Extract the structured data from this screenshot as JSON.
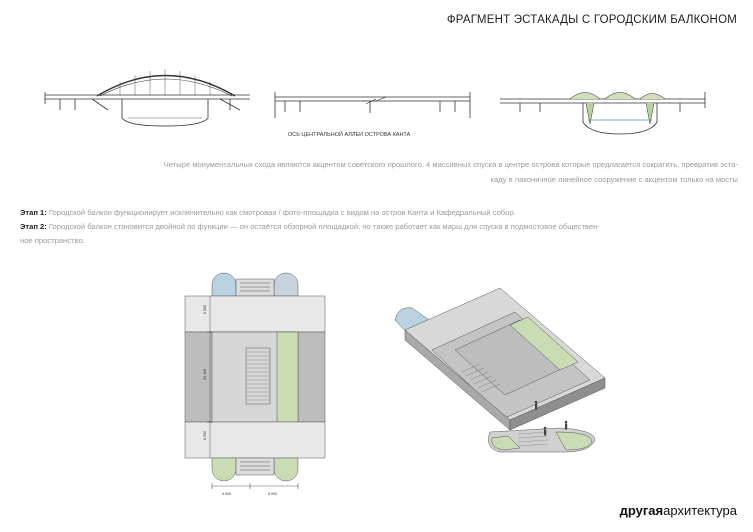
{
  "header": {
    "title": "ФРАГМЕНТ ЭСТАКАДЫ С ГОРОДСКИМ БАЛКОНОМ"
  },
  "section": {
    "axis_label": "ОСЬ ЦЕНТРАЛЬНОЙ АЛЛЕИ ОСТРОВА КАНТА"
  },
  "intro": {
    "line1": "Четыре монументальных схода являются акцентом советского прошлого. 4 массивных спуска в центре острова которые предлагается сократить, превратив эста-",
    "line2": "каду в лаконичное линейное сооружение с акцентом только на мосты"
  },
  "stages": [
    {
      "label": "Этап 1:",
      "text": " Городской балкон функционирует исключительно как смотровая / фото-площадка с видом на остров Канта и Кафедральный собор."
    },
    {
      "label": "Этап 2:",
      "text": " Городской балкон становится двойной по функции — он остаётся обзорной площадкой, но также работает как марш для спуска в подмостовое обществен-",
      "text2": "ное пространство."
    }
  ],
  "plan_dims": {
    "d1": "4 500",
    "d2": "6 900",
    "v1": "6 500",
    "v2": "19 460",
    "v3": "6 500"
  },
  "brand": {
    "part1": "другая",
    "part2": "архитектура"
  },
  "colors": {
    "blue": "#b9d3e3",
    "green": "#c9dcb4",
    "road": "#bdbdbd",
    "light": "#e6e6e6",
    "line": "#333333"
  }
}
